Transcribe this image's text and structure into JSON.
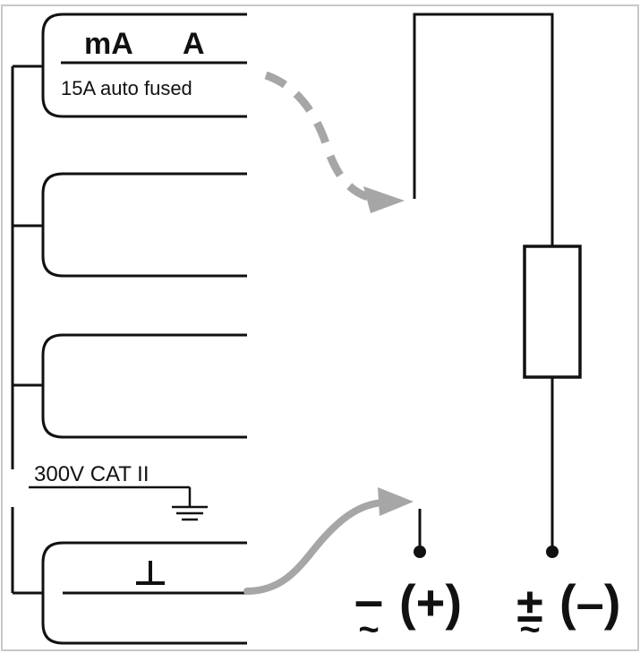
{
  "terminals": {
    "current": {
      "label_ma": "mA",
      "label_a": "A",
      "fuse_note": "15A auto fused"
    },
    "category_label": "300V CAT II",
    "common_symbol": "⊥"
  },
  "polarity": {
    "left_symbol": "–",
    "left_ac": "~",
    "left_text": "(+)",
    "right_symbol": "±",
    "right_ac": "~",
    "right_text": "(–)"
  },
  "colors": {
    "line": "#111111",
    "arrow": "#a6a6a6",
    "frame": "#c8c8c8",
    "background": "#ffffff"
  }
}
